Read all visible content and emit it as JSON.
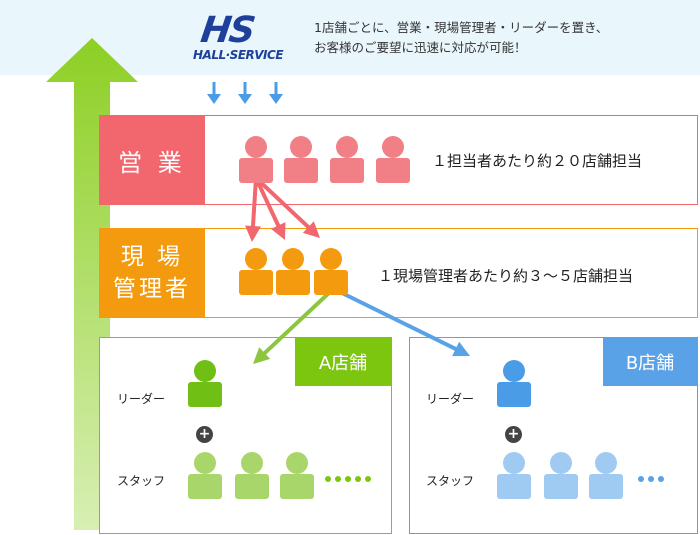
{
  "header": {
    "logo_main": "HS",
    "logo_sub": "HALL·SERVICE",
    "intro_line1": "1店舗ごとに、営業・現場管理者・リーダーを置き、",
    "intro_line2": "お客様のご要望に迅速に対応が可能！"
  },
  "sales": {
    "label": "営 業",
    "description": "１担当者あたり約２０店舗担当",
    "color": "#f1676d"
  },
  "manager": {
    "label_line1": "現 場",
    "label_line2": "管理者",
    "description": "１現場管理者あたり約３〜５店舗担当",
    "color": "#f39a0e"
  },
  "store_a": {
    "tag": "A店舗",
    "leader_label": "リーダー",
    "staff_label": "スタッフ",
    "plus": "+",
    "color": "#7cc60f"
  },
  "store_b": {
    "tag": "B店舗",
    "leader_label": "リーダー",
    "staff_label": "スタッフ",
    "plus": "+",
    "color": "#5aa2e8"
  }
}
